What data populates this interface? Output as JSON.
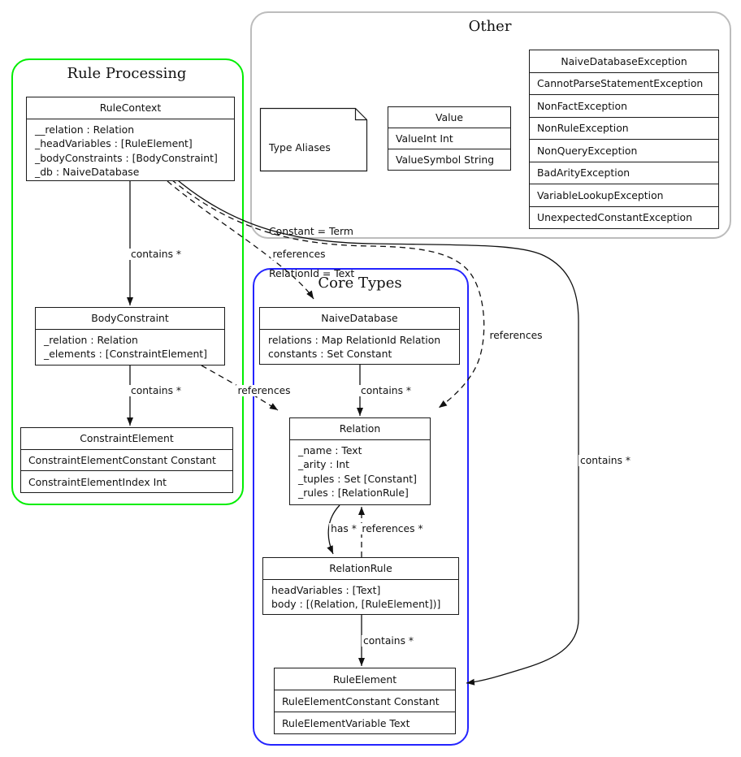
{
  "diagram": {
    "groups": {
      "rule_processing": {
        "title": "Rule Processing",
        "border_color": "#00ff00"
      },
      "other": {
        "title": "Other",
        "border_color": "#bcbcbc"
      },
      "core_types": {
        "title": "Core Types",
        "border_color": "#2424ff"
      }
    },
    "classes": {
      "rule_context": {
        "name": "RuleContext",
        "attributes": [
          "__relation : Relation",
          "_headVariables : [RuleElement]",
          "_bodyConstraints : [BodyConstraint]",
          "_db : NaiveDatabase"
        ]
      },
      "body_constraint": {
        "name": "BodyConstraint",
        "attributes": [
          "_relation : Relation",
          "_elements : [ConstraintElement]"
        ]
      },
      "constraint_element": {
        "name": "ConstraintElement",
        "variants": [
          "ConstraintElementConstant Constant",
          "ConstraintElementIndex Int"
        ]
      },
      "naive_database": {
        "name": "NaiveDatabase",
        "attributes": [
          "relations : Map RelationId Relation",
          "constants : Set Constant"
        ]
      },
      "relation": {
        "name": "Relation",
        "attributes": [
          "_name : Text",
          "_arity : Int",
          "_tuples : Set [Constant]",
          "_rules : [RelationRule]"
        ]
      },
      "relation_rule": {
        "name": "RelationRule",
        "attributes": [
          "headVariables : [Text]",
          "body : [(Relation, [RuleElement])]"
        ]
      },
      "rule_element": {
        "name": "RuleElement",
        "variants": [
          "RuleElementConstant Constant",
          "RuleElementVariable Text"
        ]
      },
      "value": {
        "name": "Value",
        "variants": [
          "ValueInt Int",
          "ValueSymbol String"
        ]
      },
      "exceptions": {
        "name": "NaiveDatabaseException",
        "variants": [
          "CannotParseStatementException",
          "NonFactException",
          "NonRuleException",
          "NonQueryException",
          "BadArityException",
          "VariableLookupException",
          "UnexpectedConstantException"
        ]
      }
    },
    "note": {
      "title": "Type Aliases",
      "lines": [
        "Constant = Term",
        "RelationId = Text"
      ]
    },
    "edges": [
      {
        "from": "RuleContext",
        "to": "BodyConstraint",
        "label": "contains *",
        "style": "solid"
      },
      {
        "from": "RuleContext",
        "to": "NaiveDatabase",
        "label": "references",
        "style": "dashed"
      },
      {
        "from": "RuleContext",
        "to": "Relation",
        "label": "references",
        "style": "dashed"
      },
      {
        "from": "RuleContext",
        "to": "RuleElement",
        "label": "contains *",
        "style": "solid"
      },
      {
        "from": "BodyConstraint",
        "to": "ConstraintElement",
        "label": "contains *",
        "style": "solid"
      },
      {
        "from": "BodyConstraint",
        "to": "Relation",
        "label": "references",
        "style": "dashed"
      },
      {
        "from": "NaiveDatabase",
        "to": "Relation",
        "label": "contains *",
        "style": "solid"
      },
      {
        "from": "Relation",
        "to": "RelationRule",
        "label": "has *",
        "style": "solid"
      },
      {
        "from": "RelationRule",
        "to": "Relation",
        "label": "references *",
        "style": "dashed"
      },
      {
        "from": "RelationRule",
        "to": "RuleElement",
        "label": "contains *",
        "style": "solid"
      }
    ]
  }
}
